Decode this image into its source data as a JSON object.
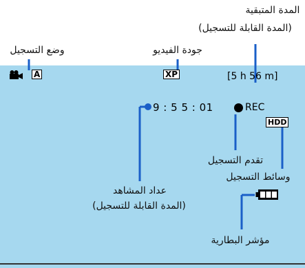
{
  "labels": {
    "remaining_time_line1": "المدة المتبقية",
    "remaining_time_line2": "(المدة القابلة للتسجيل)",
    "recording_mode": "وضع التسجيل",
    "video_quality": "جودة الفيديو",
    "recording_progress": "تقدم التسجيل",
    "recording_media": "وسائط التسجيل",
    "scene_counter_line1": "عداد المشاهد",
    "scene_counter_line2": "(المدة القابلة للتسجيل)",
    "battery_indicator": "مؤشر البطارية"
  },
  "osd": {
    "mode_badge": "A",
    "quality_badge": "XP",
    "remaining_time": "[5 h 56 m]",
    "scene_counter": "9 : 5 5 : 01",
    "rec_status": "REC",
    "media_badge": "HDD"
  },
  "icons": {
    "camera": "video-camera-icon",
    "rec_dot": "record-dot-icon",
    "battery": "battery-icon"
  },
  "colors": {
    "screen": "#a6d8ef",
    "leader_line": "#1a5fc8"
  }
}
